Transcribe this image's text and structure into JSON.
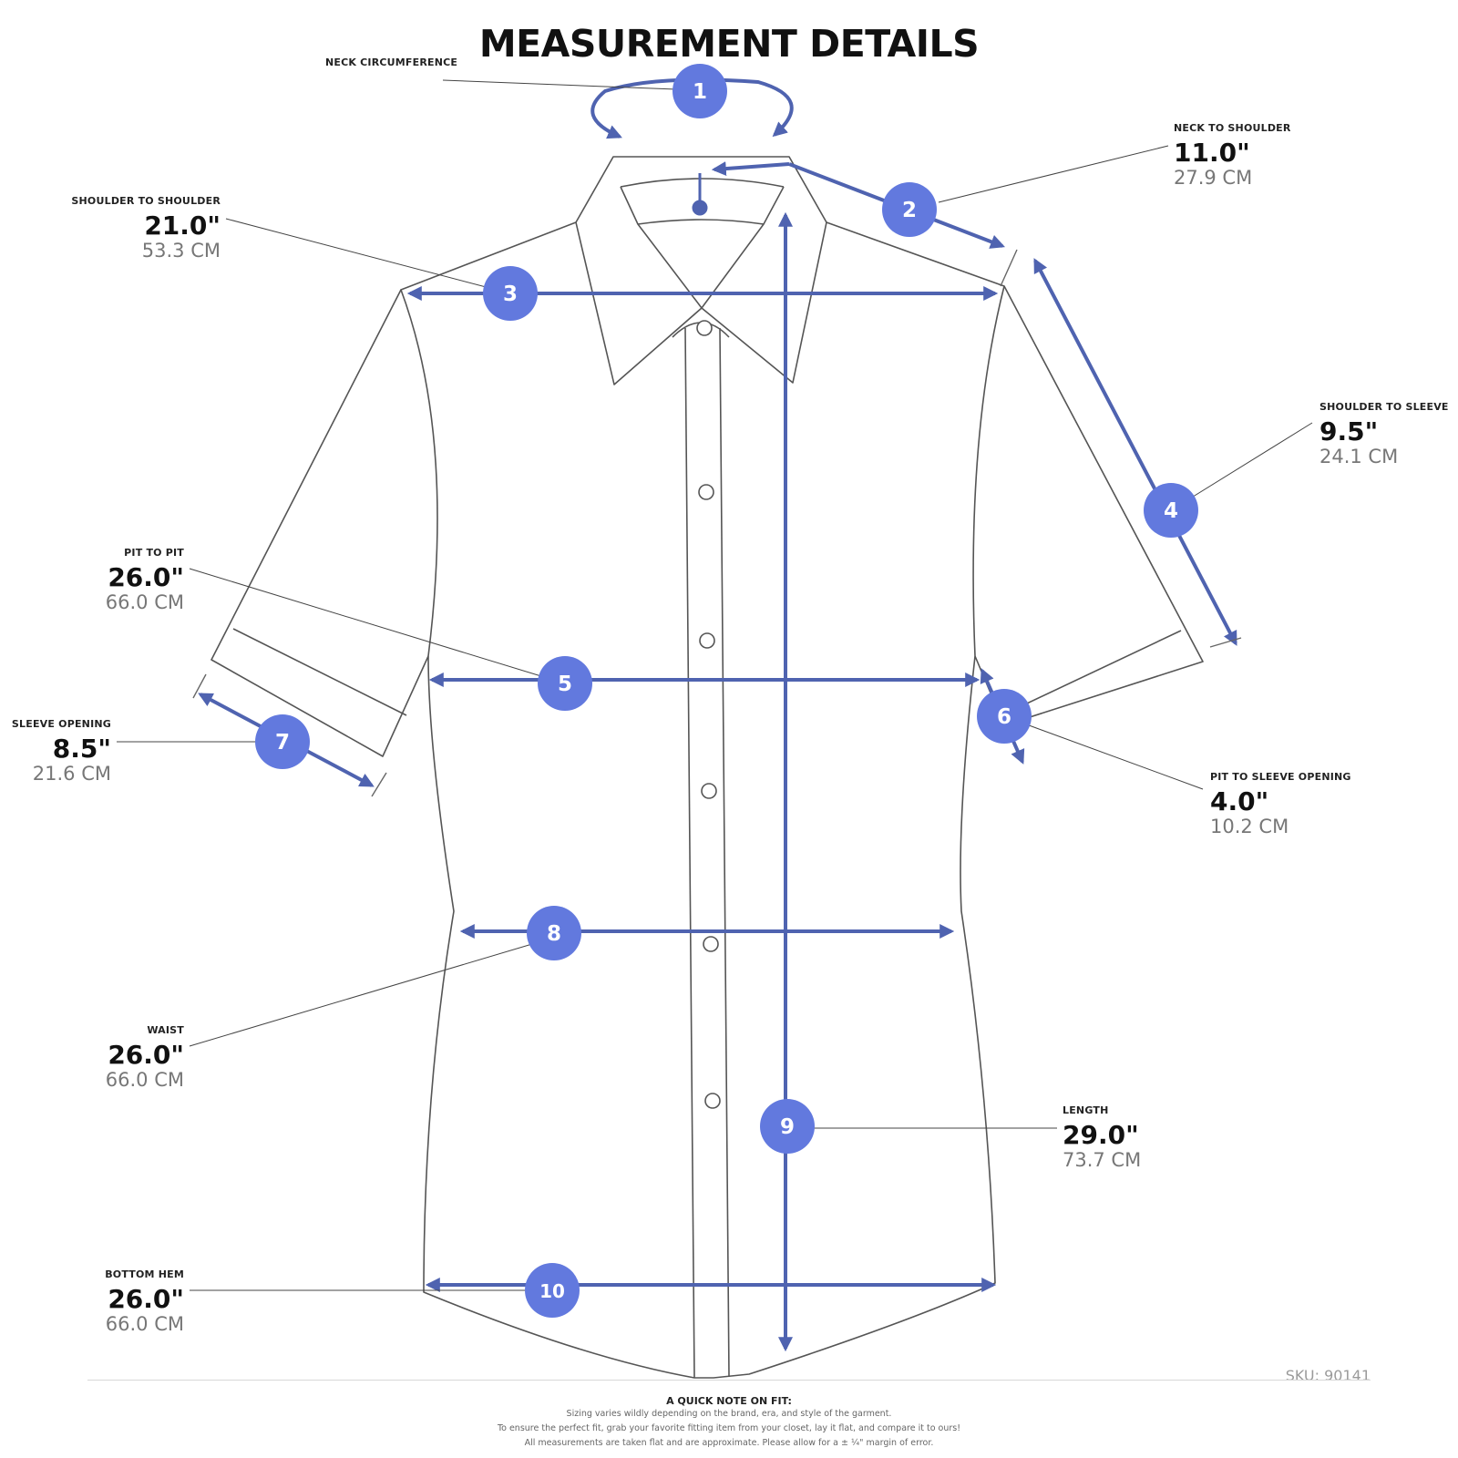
{
  "title": "MEASUREMENT DETAILS",
  "colors": {
    "accent": "#6279de",
    "arrow": "#4f63b0",
    "outline": "#555555",
    "leader": "#444444"
  },
  "measurements": [
    {
      "number": "1",
      "label": "NECK CIRCUMFERENCE",
      "inches": "",
      "cm": ""
    },
    {
      "number": "2",
      "label": "NECK TO SHOULDER",
      "inches": "11.0\"",
      "cm": "27.9 CM"
    },
    {
      "number": "3",
      "label": "SHOULDER TO SHOULDER",
      "inches": "21.0\"",
      "cm": "53.3 CM"
    },
    {
      "number": "4",
      "label": "SHOULDER TO SLEEVE",
      "inches": "9.5\"",
      "cm": "24.1 CM"
    },
    {
      "number": "5",
      "label": "PIT TO PIT",
      "inches": "26.0\"",
      "cm": "66.0 CM"
    },
    {
      "number": "6",
      "label": "PIT TO SLEEVE OPENING",
      "inches": "4.0\"",
      "cm": "10.2 CM"
    },
    {
      "number": "7",
      "label": "SLEEVE OPENING",
      "inches": "8.5\"",
      "cm": "21.6 CM"
    },
    {
      "number": "8",
      "label": "WAIST",
      "inches": "26.0\"",
      "cm": "66.0 CM"
    },
    {
      "number": "9",
      "label": "LENGTH",
      "inches": "29.0\"",
      "cm": "73.7 CM"
    },
    {
      "number": "10",
      "label": "BOTTOM HEM",
      "inches": "26.0\"",
      "cm": "66.0 CM"
    }
  ],
  "sku": "SKU: 90141",
  "fit_note": {
    "title": "A QUICK NOTE ON FIT:",
    "lines": [
      "Sizing varies wildly depending on the brand, era, and style of the garment.",
      "To ensure the perfect fit, grab your favorite fitting item from your closet, lay it flat, and compare it to ours!",
      "All measurements are taken flat and are approximate. Please allow for a ± ¼\" margin of error."
    ]
  }
}
